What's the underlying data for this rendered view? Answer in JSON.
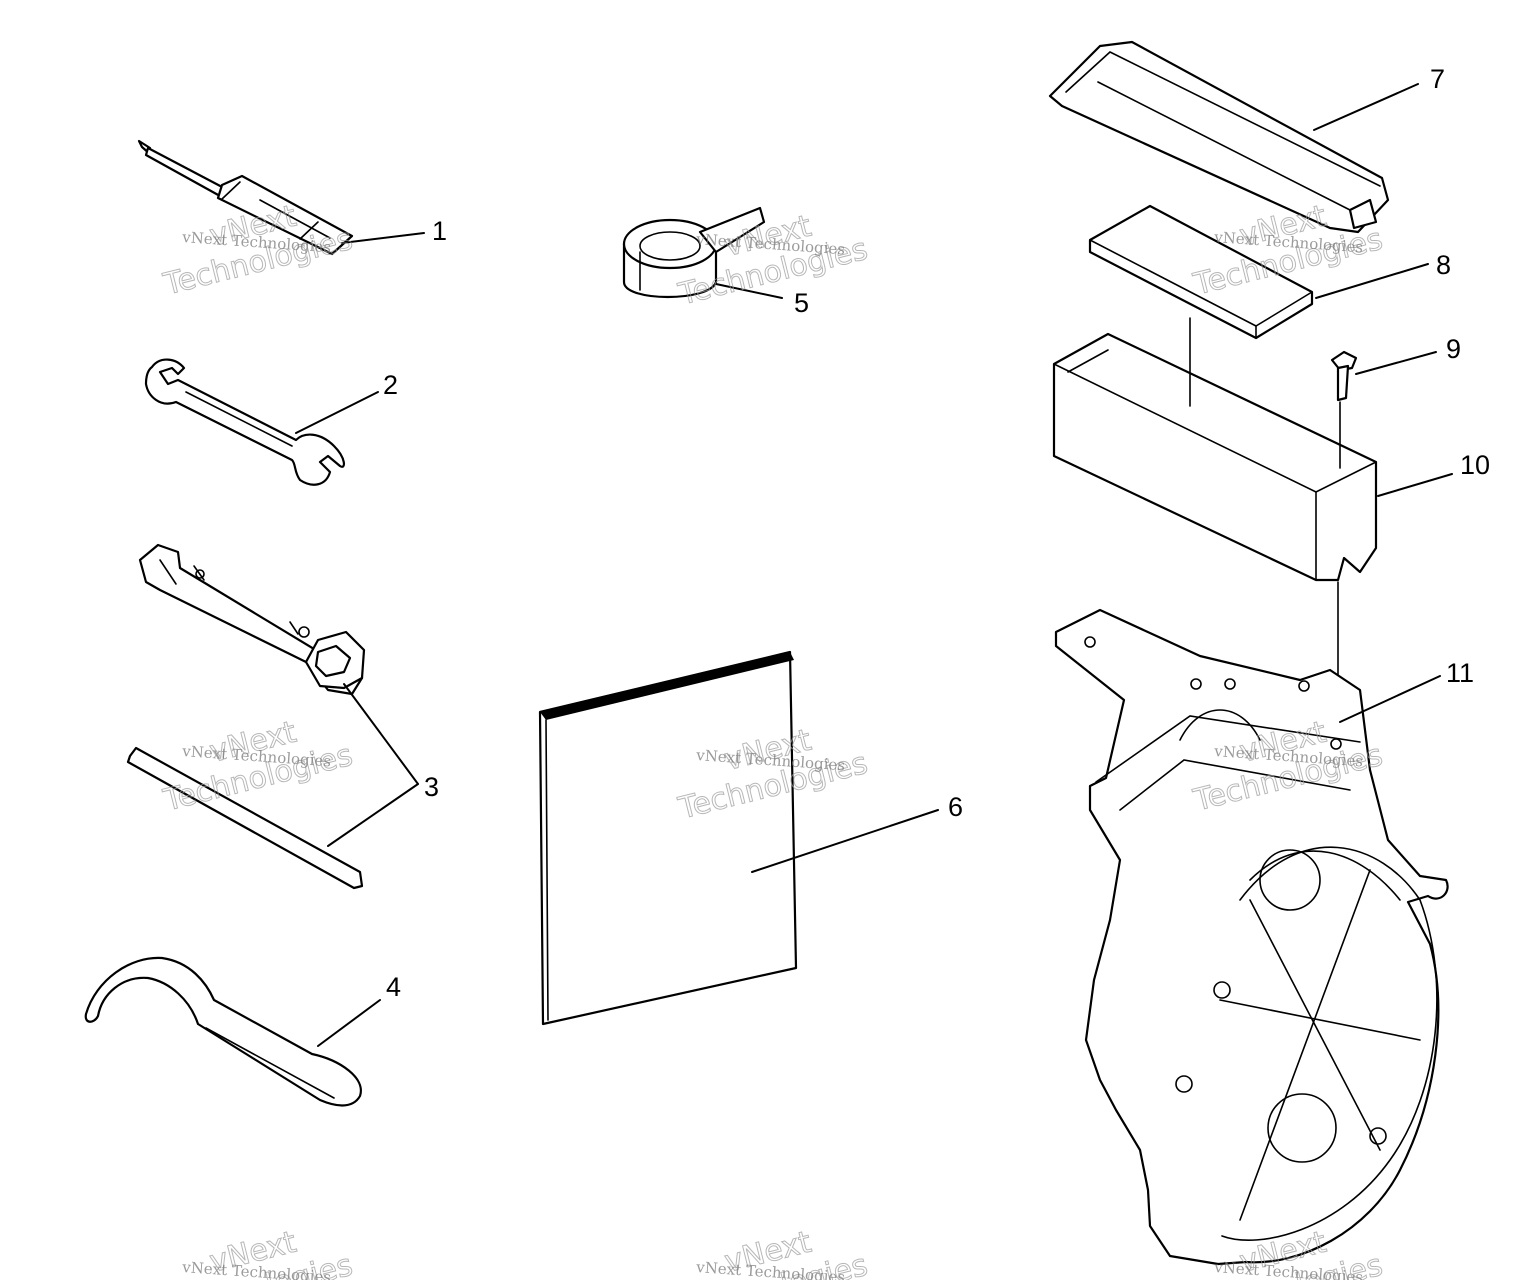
{
  "callouts": [
    "1",
    "2",
    "3",
    "4",
    "5",
    "6",
    "7",
    "8",
    "9",
    "10",
    "11"
  ],
  "watermark": {
    "company": "vNext Technologies",
    "line1": "vNext",
    "line2": "Technologies"
  }
}
